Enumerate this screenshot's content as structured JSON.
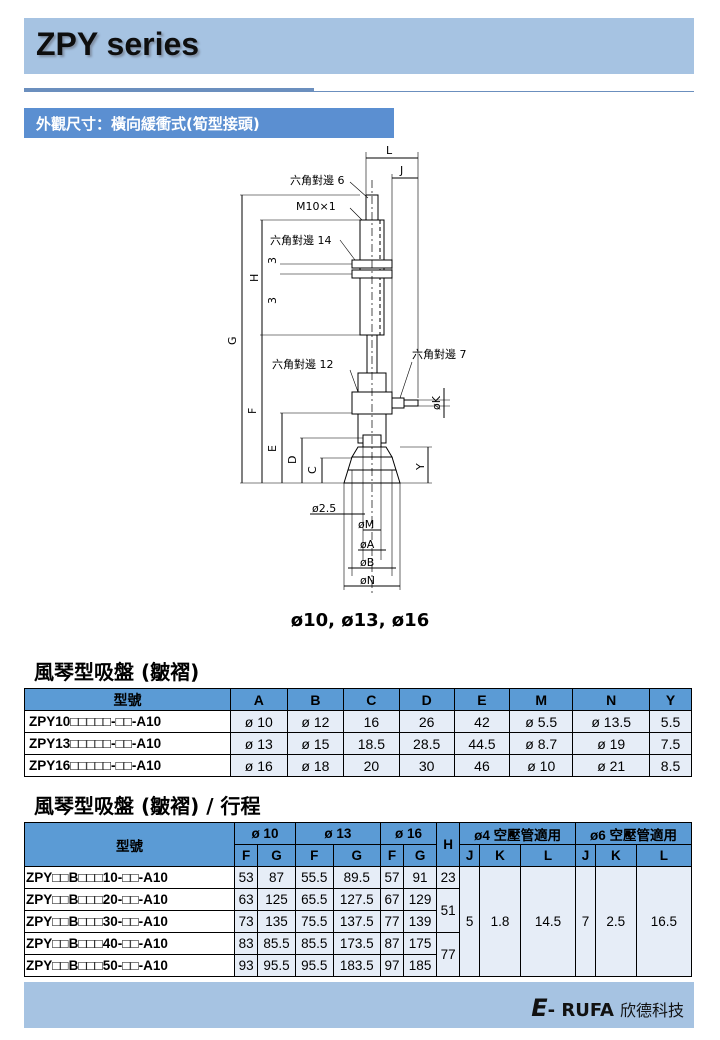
{
  "header": {
    "title": "ZPY series"
  },
  "section": {
    "label": "外觀尺寸：橫向緩衝式(筍型接頭)"
  },
  "drawing": {
    "labels": {
      "L": "L",
      "J": "J",
      "hex6": "六角對邊 6",
      "m10": "M10×1",
      "hex14": "六角對邊 14",
      "three1": "3",
      "three2": "3",
      "H": "H",
      "G": "G",
      "F": "F",
      "E": "E",
      "D": "D",
      "C": "C",
      "hex12": "六角對邊 12",
      "hex7": "六角對邊 7",
      "K": "øK",
      "Y": "Y",
      "d25": "ø2.5",
      "M": "øM",
      "A": "øA",
      "B": "øB",
      "N": "øN"
    },
    "caption": "ø10, ø13, ø16"
  },
  "table1": {
    "title": "風琴型吸盤 (皺褶)",
    "headers": [
      "型號",
      "A",
      "B",
      "C",
      "D",
      "E",
      "M",
      "N",
      "Y"
    ],
    "rows": [
      [
        "ZPY10□□□□□-□□-A10",
        "ø 10",
        "ø 12",
        "16",
        "26",
        "42",
        "ø 5.5",
        "ø 13.5",
        "5.5"
      ],
      [
        "ZPY13□□□□□-□□-A10",
        "ø 13",
        "ø 15",
        "18.5",
        "28.5",
        "44.5",
        "ø 8.7",
        "ø 19",
        "7.5"
      ],
      [
        "ZPY16□□□□□-□□-A10",
        "ø 16",
        "ø 18",
        "20",
        "30",
        "46",
        "ø 10",
        "ø 21",
        "8.5"
      ]
    ]
  },
  "table2": {
    "title": "風琴型吸盤 (皺褶) / 行程",
    "model_header": "型號",
    "size_headers": [
      "ø 10",
      "ø 13",
      "ø 16"
    ],
    "h_header": "H",
    "tube_headers": [
      "ø4 空壓管適用",
      "ø6 空壓管適用"
    ],
    "sub_headers": [
      "F",
      "G",
      "F",
      "G",
      "F",
      "G",
      "J",
      "K",
      "L",
      "J",
      "K",
      "L"
    ],
    "rows": [
      [
        "ZPY□□B□□□10-□□-A10",
        "53",
        "87",
        "55.5",
        "89.5",
        "57",
        "91"
      ],
      [
        "ZPY□□B□□□20-□□-A10",
        "63",
        "125",
        "65.5",
        "127.5",
        "67",
        "129"
      ],
      [
        "ZPY□□B□□□30-□□-A10",
        "73",
        "135",
        "75.5",
        "137.5",
        "77",
        "139"
      ],
      [
        "ZPY□□B□□□40-□□-A10",
        "83",
        "85.5",
        "85.5",
        "173.5",
        "87",
        "175"
      ],
      [
        "ZPY□□B□□□50-□□-A10",
        "93",
        "95.5",
        "95.5",
        "183.5",
        "97",
        "185"
      ]
    ],
    "h_values": [
      "23",
      "51",
      "77"
    ],
    "tube_values": [
      "5",
      "1.8",
      "14.5",
      "7",
      "2.5",
      "16.5"
    ]
  },
  "footer": {
    "logo_e": "E",
    "logo_rest": "- RUFA",
    "logo_cn": "欣德科技"
  },
  "colors": {
    "bar": "#a6c3e2",
    "accent": "#5b8fd1",
    "header_cell": "#5b9bd5",
    "cell": "#e6edf7"
  }
}
